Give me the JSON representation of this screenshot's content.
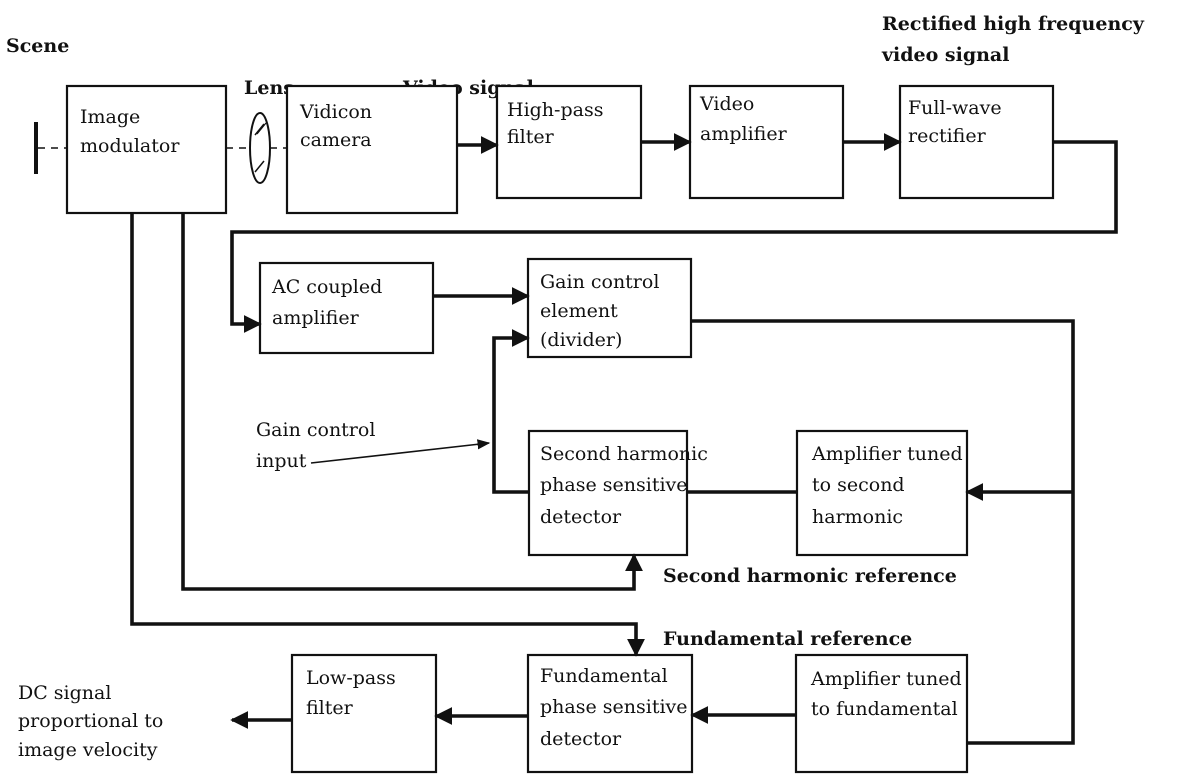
{
  "labels": {
    "scene": "Scene",
    "lens": "Lens",
    "video_signal": "Video signal",
    "rectified_1": "Rectified high frequency",
    "rectified_2": "video signal",
    "gain_input_1": "Gain control",
    "gain_input_2": "input",
    "second_ref": "Second harmonic reference",
    "fundamental_ref": "Fundamental reference",
    "dc_1": "DC signal",
    "dc_2": "proportional to",
    "dc_3": "image velocity"
  },
  "blocks": {
    "image_modulator": [
      "Image",
      "modulator"
    ],
    "vidicon": [
      "Vidicon",
      "camera"
    ],
    "high_pass": [
      "High-pass",
      "filter"
    ],
    "video_amp": [
      "Video",
      "amplifier"
    ],
    "rectifier": [
      "Full-wave",
      "rectifier"
    ],
    "ac_amp": [
      "AC coupled",
      "amplifier"
    ],
    "gain_control": [
      "Gain control",
      "element",
      "(divider)"
    ],
    "second_detector": [
      "Second harmonic",
      "phase sensitive",
      "detector"
    ],
    "amp_second": [
      "Amplifier tuned",
      "to second",
      "harmonic"
    ],
    "low_pass": [
      "Low-pass",
      "filter"
    ],
    "fund_detector": [
      "Fundamental",
      "phase sensitive",
      "detector"
    ],
    "amp_fund": [
      "Amplifier tuned",
      "to fundamental"
    ]
  }
}
